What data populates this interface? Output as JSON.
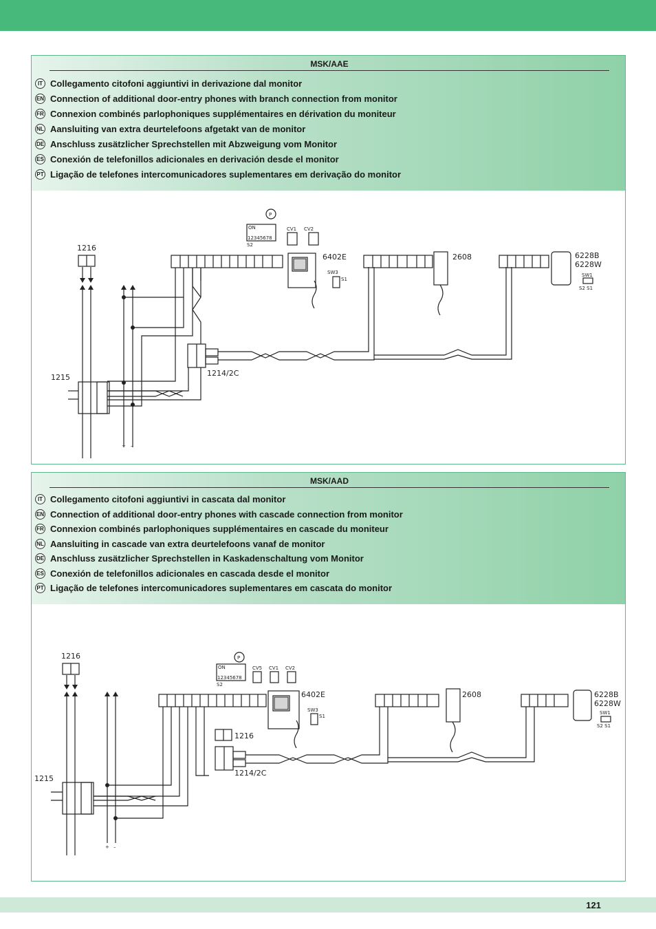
{
  "page_number": "121",
  "sections": [
    {
      "title": "MSK/AAE",
      "rows": [
        {
          "code": "IT",
          "text": "Collegamento citofoni aggiuntivi in derivazione dal monitor"
        },
        {
          "code": "EN",
          "text": "Connection of additional door-entry phones with branch connection from monitor"
        },
        {
          "code": "FR",
          "text": "Connexion combinés parlophoniques supplémentaires en dérivation du moniteur"
        },
        {
          "code": "NL",
          "text": "Aansluiting van extra deurtelefoons afgetakt van de monitor"
        },
        {
          "code": "DE",
          "text": "Anschluss zusätzlicher Sprechstellen mit Abzweigung vom Monitor"
        },
        {
          "code": "ES",
          "text": "Conexión de telefonillos adicionales en derivación desde el monitor"
        },
        {
          "code": "PT",
          "text": "Ligação de telefones intercomunicadores suplementares em derivação do monitor"
        }
      ],
      "diagram": {
        "labels": {
          "d1216": "1216",
          "d1215": "1215",
          "d1214": "1214/2C",
          "d6402": "6402E",
          "d2608": "2608",
          "d6228a": "6228B",
          "d6228b": "6228W",
          "p": "P",
          "on": "ON",
          "dip": "12345678",
          "s2": "S2",
          "cv1": "CV1",
          "cv2": "CV2",
          "sw3": "SW3",
          "s1": "S1",
          "sw1": "SW1",
          "s2s1": "S2  S1",
          "plus": "+",
          "minus": "–"
        }
      }
    },
    {
      "title": "MSK/AAD",
      "rows": [
        {
          "code": "IT",
          "text": "Collegamento citofoni aggiuntivi in cascata dal monitor"
        },
        {
          "code": "EN",
          "text": "Connection of additional door-entry phones with cascade connection from monitor"
        },
        {
          "code": "FR",
          "text": "Connexion combinés parlophoniques supplémentaires en cascade du moniteur"
        },
        {
          "code": "NL",
          "text": "Aansluiting in cascade van extra deurtelefoons vanaf de monitor"
        },
        {
          "code": "DE",
          "text": "Anschluss zusätzlicher Sprechstellen in Kaskadenschaltung vom Monitor"
        },
        {
          "code": "ES",
          "text": "Conexión de telefonillos adicionales en cascada desde el monitor"
        },
        {
          "code": "PT",
          "text": "Ligação de telefones intercomunicadores suplementares em cascata do monitor"
        }
      ],
      "diagram": {
        "labels": {
          "d1216": "1216",
          "d1216b": "1216",
          "d1215": "1215",
          "d1214": "1214/2C",
          "d6402": "6402E",
          "d2608": "2608",
          "d6228a": "6228B",
          "d6228b": "6228W",
          "p": "P",
          "on": "ON",
          "dip": "12345678",
          "s2": "S2",
          "cv5": "CV5",
          "cv1": "CV1",
          "cv2": "CV2",
          "sw3": "SW3",
          "s1": "S1",
          "sw1": "SW1",
          "s2s1": "S2  S1",
          "plus": "+",
          "minus": "–"
        }
      }
    }
  ]
}
